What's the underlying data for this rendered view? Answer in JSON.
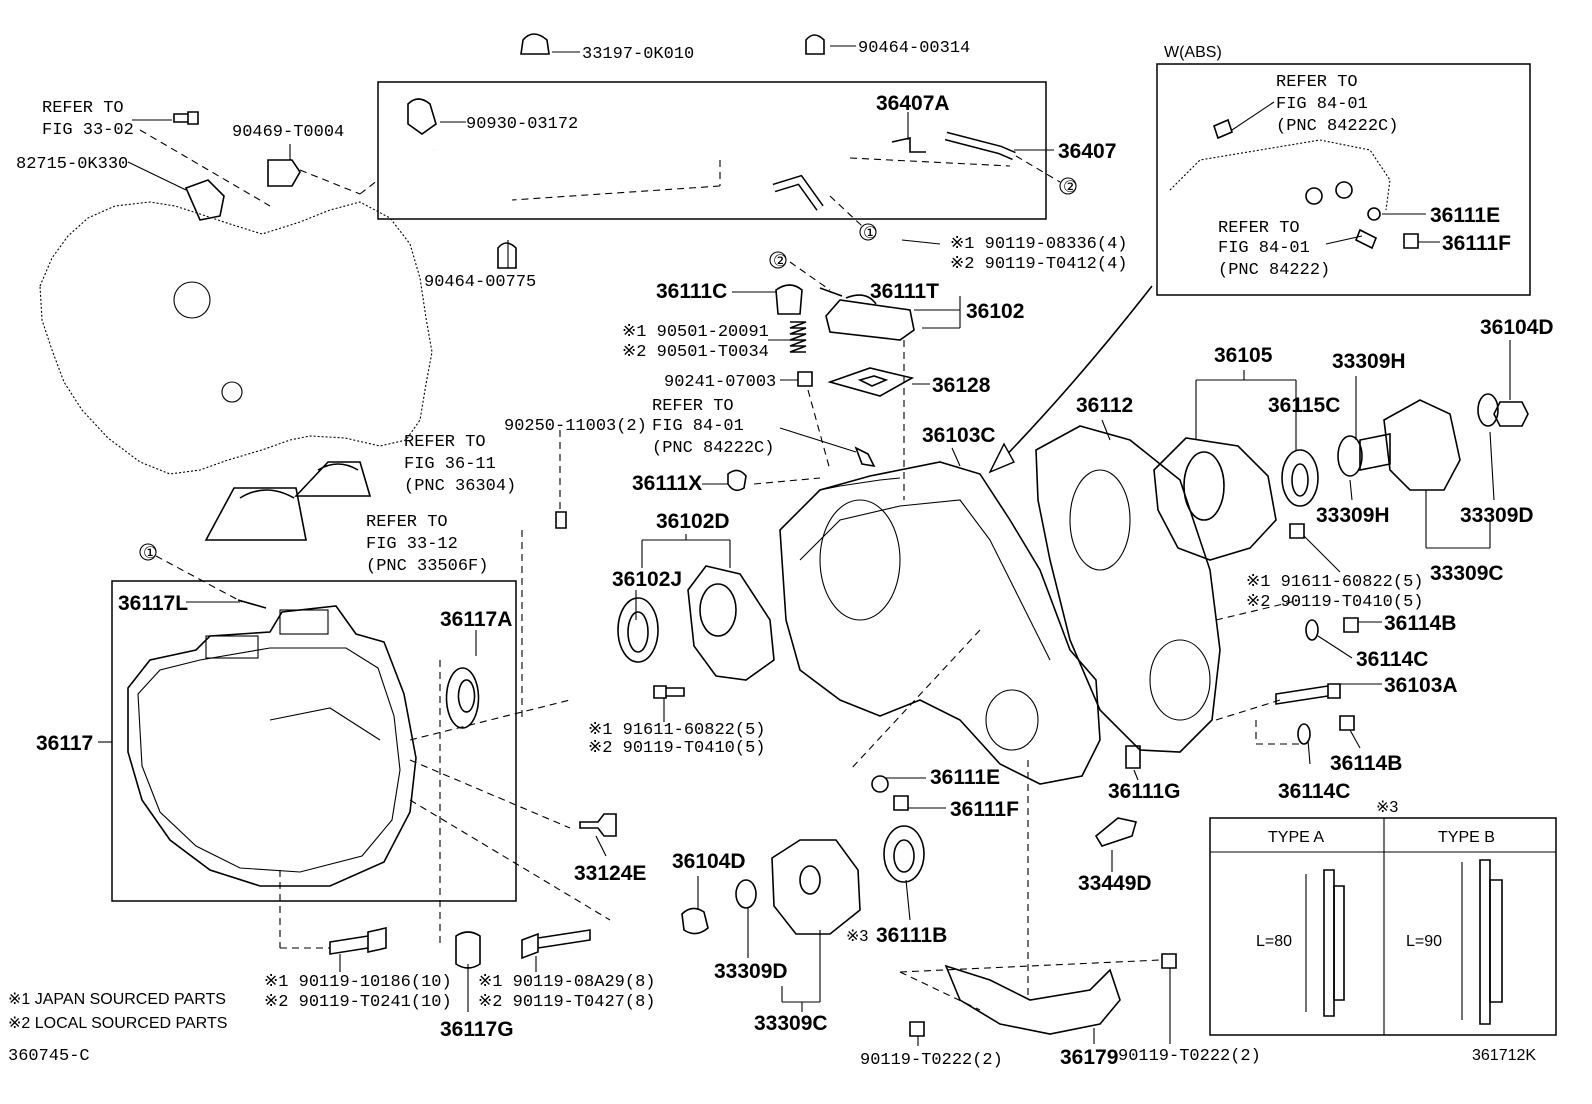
{
  "figure_id": "360745-C",
  "figure_id_right": "361712K",
  "notes": {
    "note1": "※1 JAPAN SOURCED PARTS",
    "note2": "※2 LOCAL SOURCED PARTS"
  },
  "inset_abs": {
    "title": "W(ABS)",
    "ref1": [
      "REFER TO",
      "FIG 84-01",
      "(PNC 84222C)"
    ],
    "ref2": [
      "REFER TO",
      "FIG 84-01",
      "(PNC 84222)"
    ],
    "p36111E": "36111E",
    "p36111F": "36111F"
  },
  "type_table": {
    "mark": "※3",
    "type_a": "TYPE A",
    "type_b": "TYPE B",
    "len_a": "L=80",
    "len_b": "L=90"
  },
  "callouts": {
    "c1": "①",
    "c2": "②"
  },
  "refs": {
    "fig3302": [
      "REFER TO",
      "FIG 33-02"
    ],
    "fig3611": [
      "REFER TO",
      "FIG 36-11",
      "(PNC 36304)"
    ],
    "fig3312": [
      "REFER TO",
      "FIG 33-12",
      "(PNC 33506F)"
    ],
    "fig8401": [
      "REFER TO",
      "FIG 84-01",
      "(PNC 84222C)"
    ]
  },
  "labels": {
    "p33197": "33197-0K010",
    "p90464a": "90464-00314",
    "p90469": "90469-T0004",
    "p82715": "82715-0K330",
    "p90930": "90930-03172",
    "p36407A": "36407A",
    "p36407": "36407",
    "p90464b": "90464-00775",
    "p90119_08336": "※1 90119-08336(4)",
    "p90119_T0412": "※2 90119-T0412(4)",
    "p36111C": "36111C",
    "p36111T": "36111T",
    "p36102": "36102",
    "p90501a": "※1 90501-20091",
    "p90501b": "※2 90501-T0034",
    "p90241": "90241-07003",
    "p36128": "36128",
    "p90250": "90250-11003(2)",
    "p36111X": "36111X",
    "p36103C": "36103C",
    "p36112": "36112",
    "p36105": "36105",
    "p33309H_a": "33309H",
    "p36104D_a": "36104D",
    "p36115C": "36115C",
    "p33309H_b": "33309H",
    "p33309D_a": "33309D",
    "p33309C_a": "33309C",
    "p91611a": "※1 91611-60822(5)",
    "p90119a": "※2 90119-T0410(5)",
    "p36114B_a": "36114B",
    "p36114C_a": "36114C",
    "p36103A": "36103A",
    "p36114B_b": "36114B",
    "p36114C_b": "36114C",
    "p36102D": "36102D",
    "p36102J": "36102J",
    "p91611b": "※1 91611-60822(5)",
    "p90119b": "※2 90119-T0410(5)",
    "p36117L": "36117L",
    "p36117A": "36117A",
    "p36117": "36117",
    "p36111E": "36111E",
    "p36111F": "36111F",
    "p36111G": "36111G",
    "p33124E": "33124E",
    "p36104D_b": "36104D",
    "p36111B": "36111B",
    "p36111B_mark": "※3",
    "p33449D": "33449D",
    "p33309D_b": "33309D",
    "p33309C_b": "33309C",
    "p90119_10186": "※1 90119-10186(10)",
    "p90119_T0241": "※2 90119-T0241(10)",
    "p90119_08A29": "※1 90119-08A29(8)",
    "p90119_T0427": "※2 90119-T0427(8)",
    "p36117G": "36117G",
    "p90119_T0222a": "90119-T0222(2)",
    "p36179": "36179",
    "p90119_T0222b": "90119-T0222(2)"
  }
}
